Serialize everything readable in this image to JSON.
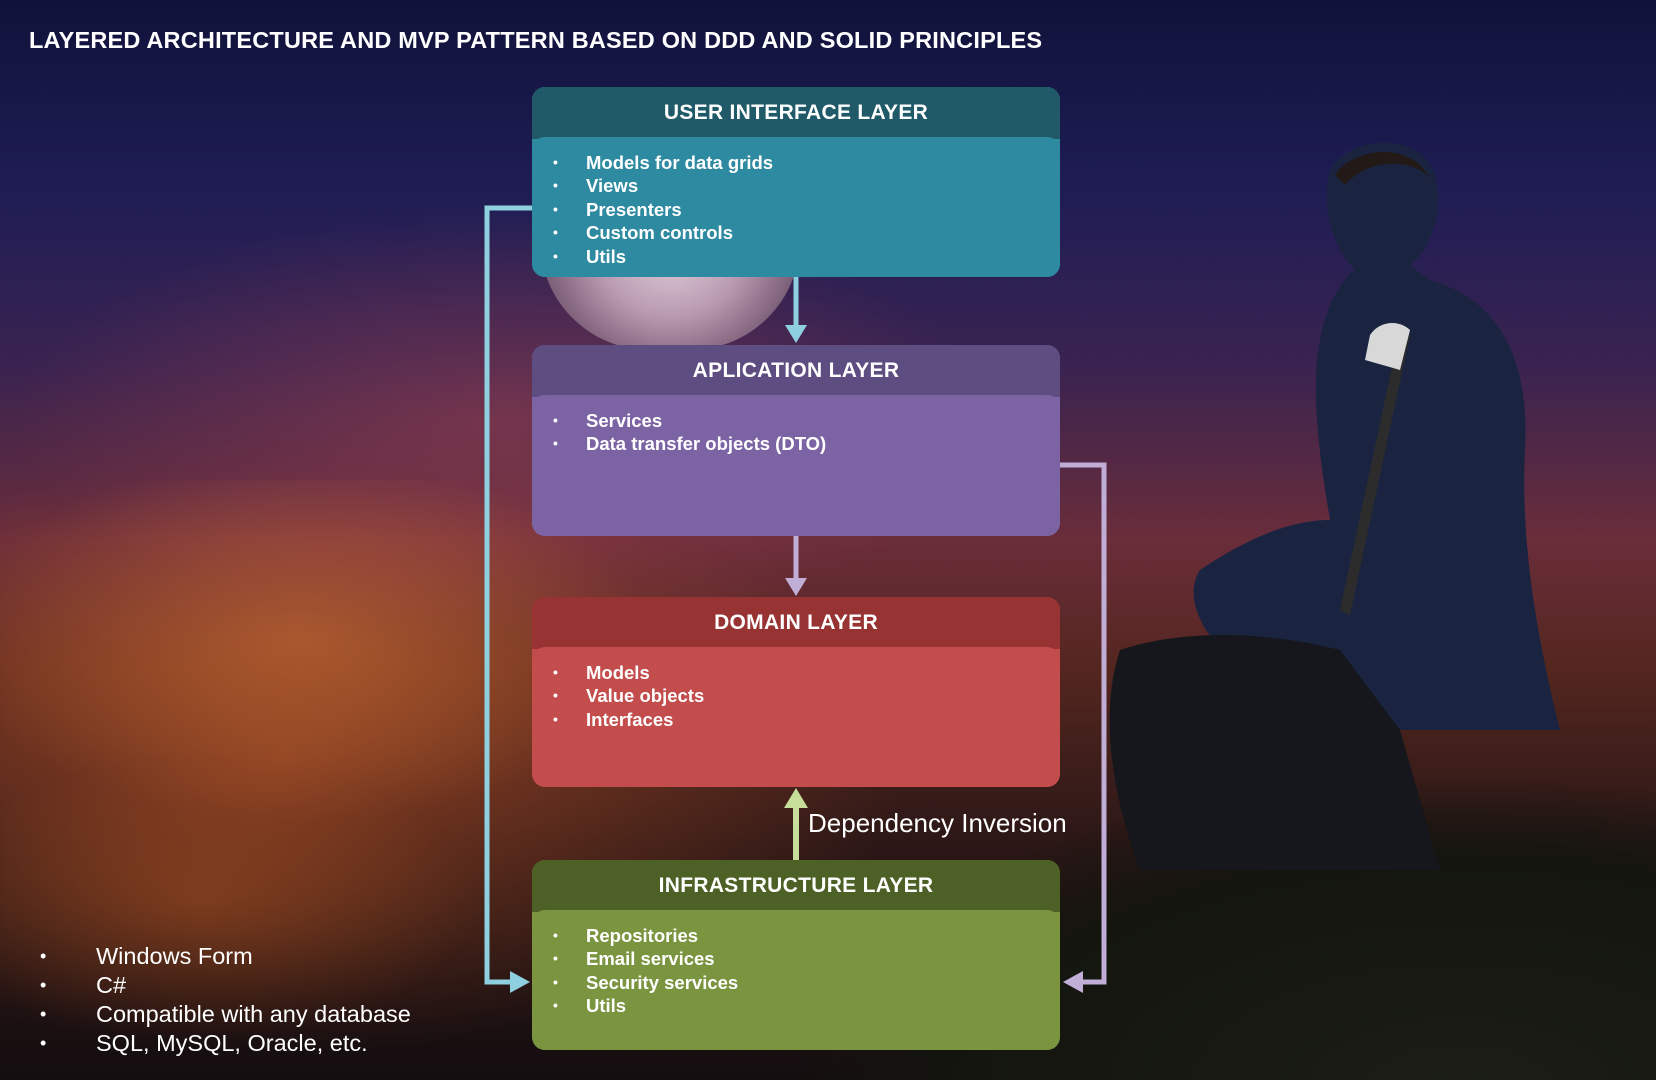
{
  "title": "LAYERED ARCHITECTURE AND MVP PATTERN BASED ON DDD AND SOLID PRINCIPLES",
  "layers": {
    "ui": {
      "title": "USER INTERFACE LAYER",
      "items": [
        "Models for data grids",
        "Views",
        "Presenters",
        "Custom controls",
        "Utils"
      ],
      "color": "#2e8aa0"
    },
    "app": {
      "title": "APLICATION LAYER",
      "items": [
        "Services",
        "Data transfer objects (DTO)"
      ],
      "color": "#7c64a4"
    },
    "domain": {
      "title": "DOMAIN LAYER",
      "items": [
        "Models",
        "Value objects",
        "Interfaces"
      ],
      "color": "#c24d4c"
    },
    "infra": {
      "title": "INFRASTRUCTURE LAYER",
      "items": [
        "Repositories",
        "Email services",
        "Security services",
        "Utils"
      ],
      "color": "#7a9440"
    }
  },
  "dependency_label": "Dependency Inversion",
  "tech_stack": [
    "Windows Form",
    "C#",
    "Compatible with any database",
    "SQL, MySQL, Oracle, etc."
  ],
  "arrow_colors": {
    "ui": "#8ecfe0",
    "app": "#c0aed6",
    "dependency": "#c7dd9a"
  }
}
